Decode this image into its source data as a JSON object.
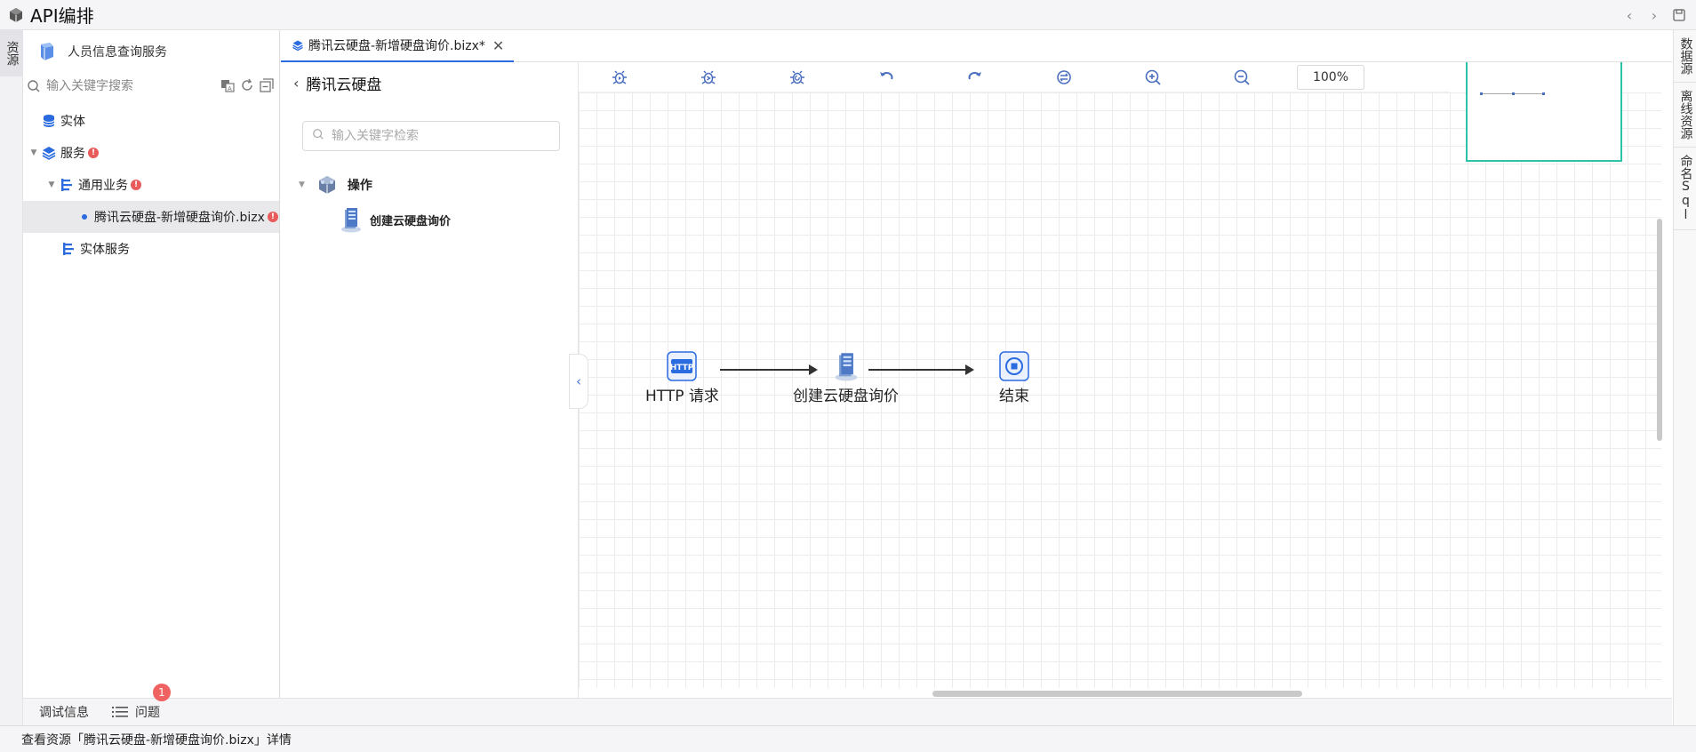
{
  "app": {
    "title": "API编排"
  },
  "left_strip": {
    "resources_tab": "资源"
  },
  "right_strip": {
    "tabs": [
      {
        "label": "数据源"
      },
      {
        "label": "离线资源"
      },
      {
        "label": "命名Sql"
      }
    ]
  },
  "sidebar": {
    "project_name": "人员信息查询服务",
    "search_placeholder": "输入关键字搜索",
    "tree": [
      {
        "label": "实体"
      },
      {
        "label": "服务",
        "error": "!"
      },
      {
        "label": "通用业务",
        "error": "!"
      },
      {
        "label": "腾讯云硬盘-新增硬盘询价.bizx",
        "error": "!"
      },
      {
        "label": "实体服务"
      }
    ]
  },
  "editor_tab": {
    "label": "腾讯云硬盘-新增硬盘询价.bizx*"
  },
  "palette": {
    "title": "腾讯云硬盘",
    "search_placeholder": "输入关键字检索",
    "group_label": "操作",
    "item_label": "创建云硬盘询价"
  },
  "canvas": {
    "zoom": "100%",
    "nodes": [
      {
        "label": "HTTP 请求",
        "icon": "http-icon",
        "icon_text": "HTTP"
      },
      {
        "label": "创建云硬盘询价",
        "icon": "server-icon"
      },
      {
        "label": "结束",
        "icon": "stop-icon"
      }
    ]
  },
  "bottom": {
    "debug_label": "调试信息",
    "problems_label": "问题",
    "problems_count": "1"
  },
  "status": {
    "text": "查看资源「腾讯云硬盘-新增硬盘询价.bizx」详情"
  }
}
